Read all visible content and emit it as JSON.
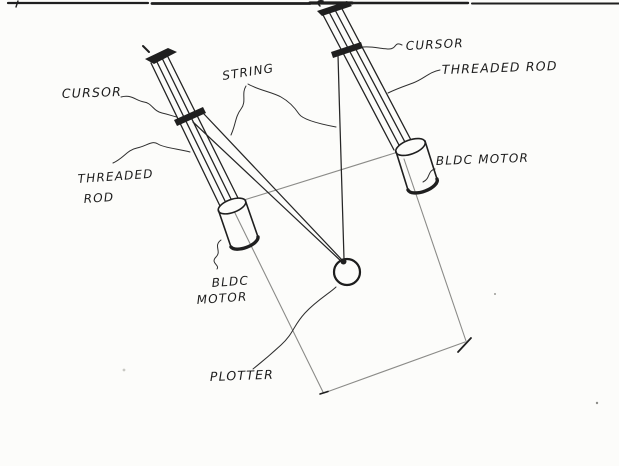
{
  "figure": {
    "type": "hand-drawn sketch",
    "subject": "string plotter mechanism concept",
    "labels": {
      "cursor_left": "CURSOR",
      "string": "STRING",
      "cursor_right": "CURSOR",
      "threaded_rod_right": "THREADED ROD",
      "threaded_rod_left_l1": "THREADED",
      "threaded_rod_left_l2": "ROD",
      "bldc_motor_right": "BLDC MOTOR",
      "bldc_motor_left_l1": "BLDC",
      "bldc_motor_left_l2": "MOTOR",
      "plotter": "PLOTTER"
    },
    "colors": {
      "paper": "#fcfcfa",
      "ink": "#1f1f1f",
      "board_line": "#8b8b88"
    }
  }
}
